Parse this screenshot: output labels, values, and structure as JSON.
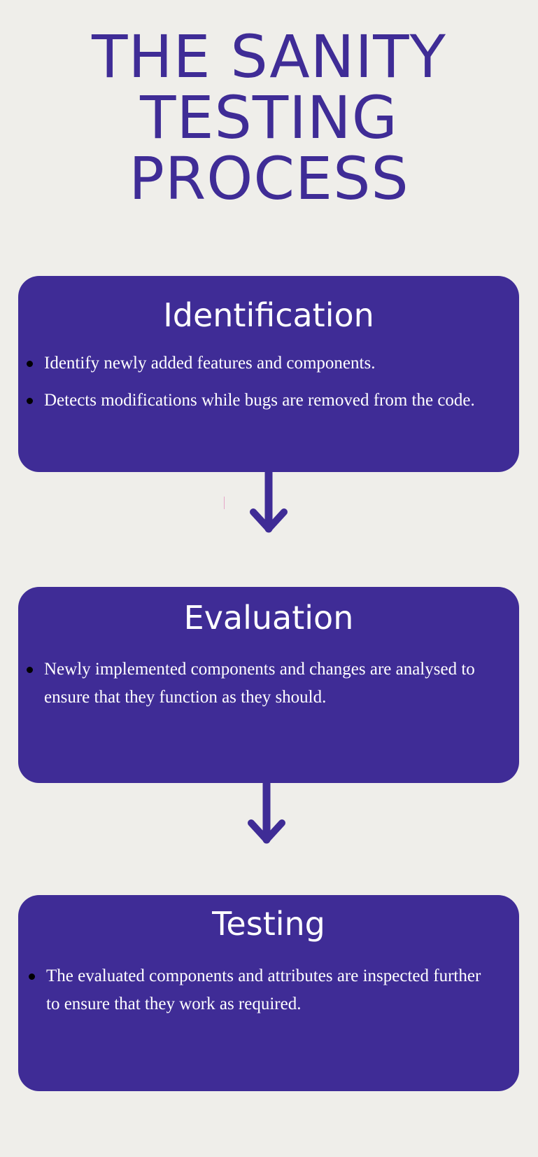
{
  "title": {
    "lines": [
      "THE SANITY",
      "TESTING",
      "PROCESS"
    ]
  },
  "steps": [
    {
      "heading": "Identification",
      "bullets": [
        "Identify newly added features and components.",
        "Detects modifications while bugs are removed from the code."
      ]
    },
    {
      "heading": "Evaluation",
      "bullets": [
        "Newly implemented components and changes are analysed to ensure that they function as they should."
      ]
    },
    {
      "heading": "Testing",
      "bullets": [
        "The evaluated components and attributes are inspected further to ensure that they work as required."
      ]
    }
  ],
  "colors": {
    "background": "#efeeea",
    "accent": "#3f2c96",
    "text_on_accent": "#ffffff",
    "bullet_dot": "#000000"
  },
  "icons": [
    "arrow-down-icon"
  ]
}
